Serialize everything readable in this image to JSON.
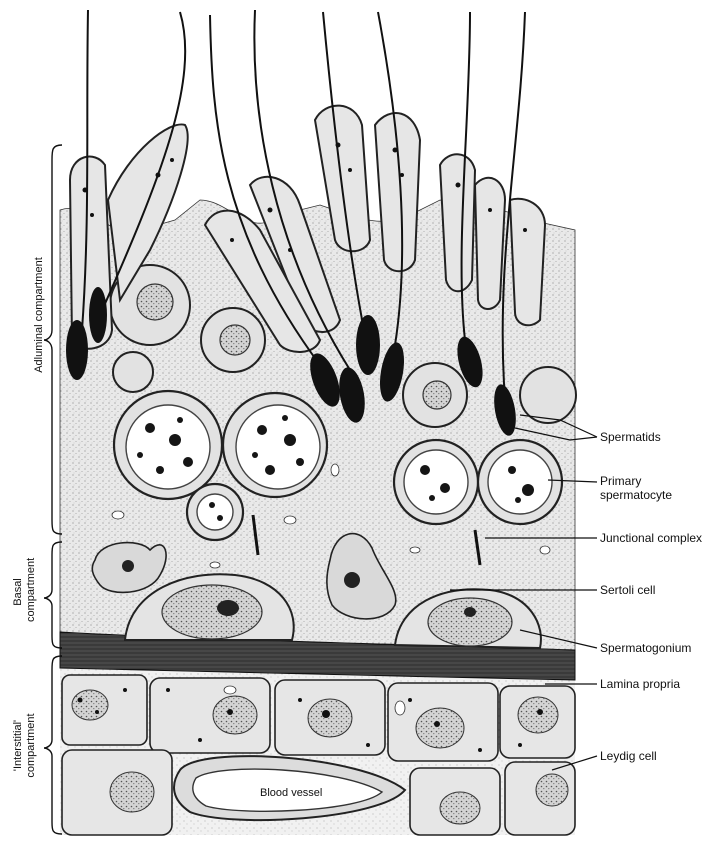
{
  "diagram": {
    "compartments": [
      {
        "id": "adluminal",
        "label": "Adluminal compartment"
      },
      {
        "id": "basal",
        "label_line1": "Basal",
        "label_line2": "compartment"
      },
      {
        "id": "interstitial",
        "label_line1": "'Interstitial'",
        "label_line2": "compartment"
      }
    ],
    "callouts": [
      {
        "id": "spermatids",
        "label": "Spermatids"
      },
      {
        "id": "primary-spermatocyte",
        "label_line1": "Primary",
        "label_line2": "spermatocyte"
      },
      {
        "id": "junctional-complex",
        "label": "Junctional complex"
      },
      {
        "id": "sertoli-cell",
        "label": "Sertoli cell"
      },
      {
        "id": "spermatogonium",
        "label": "Spermatogonium"
      },
      {
        "id": "lamina-propria",
        "label": "Lamina propria"
      },
      {
        "id": "leydig-cell",
        "label": "Leydig cell"
      }
    ],
    "inline_labels": {
      "blood_vessel": "Blood vessel"
    }
  }
}
